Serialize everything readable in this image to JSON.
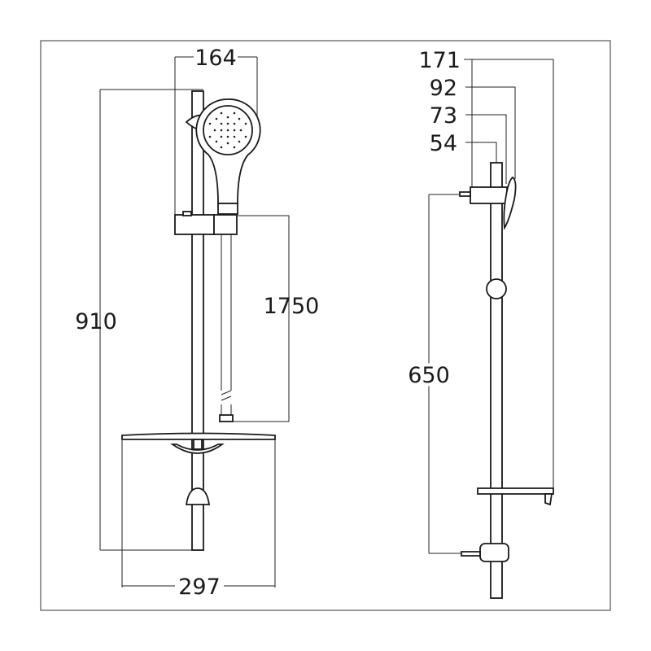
{
  "title": "Shower rail kit dimension drawing",
  "front_view": {
    "dimensions": {
      "head_width": "164",
      "rail_height": "910",
      "hose_length": "1750",
      "shelf_width": "297"
    }
  },
  "side_view": {
    "dimensions": {
      "total_projection": "171",
      "head_projection": "92",
      "head_face": "73",
      "rail_offset": "54",
      "bracket_spacing": "650"
    }
  },
  "colors": {
    "line": "#1a1a1a",
    "background": "#ffffff",
    "frame": "#555555"
  }
}
